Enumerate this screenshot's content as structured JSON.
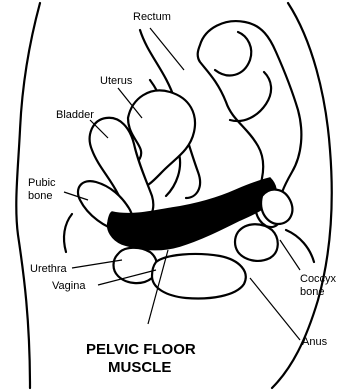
{
  "labels": {
    "rectum": "Rectum",
    "uterus": "Uterus",
    "bladder": "Bladder",
    "pubic_bone_line1": "Pubic",
    "pubic_bone_line2": "bone",
    "urethra": "Urethra",
    "vagina": "Vagina",
    "coccyx_line1": "Coccyx",
    "coccyx_line2": "bone",
    "anus": "Anus"
  },
  "title": {
    "line1": "PELVIC FLOOR",
    "line2": "MUSCLE"
  },
  "colors": {
    "ink": "#000000",
    "background": "#ffffff"
  }
}
